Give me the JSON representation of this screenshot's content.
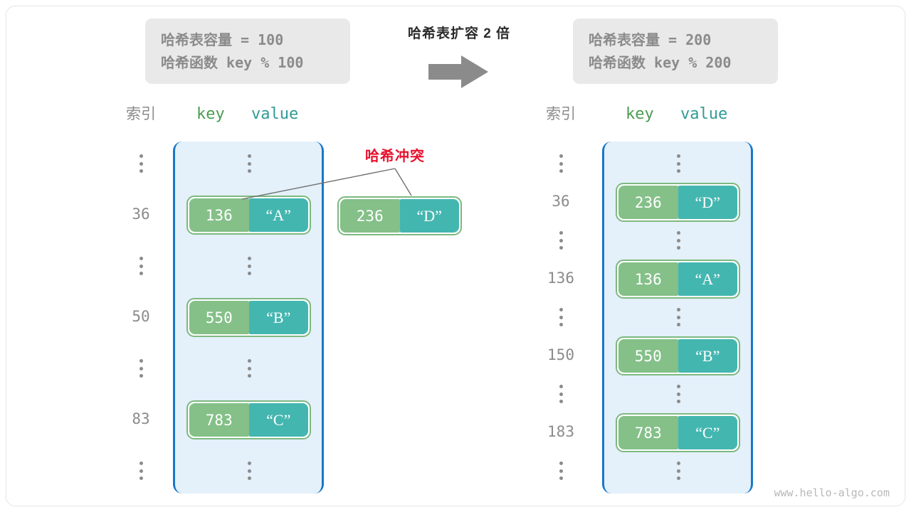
{
  "figure": {
    "watermark": "www.hello-algo.com",
    "transform_caption": "哈希表扩容 2 倍",
    "collision_label": "哈希冲突",
    "arrow_icon": "right-arrow-icon"
  },
  "colors": {
    "key_fill": "#84c088",
    "value_fill": "#44b6b0",
    "pair_border": "#7cb97f",
    "table_fill": "#e4f0fa",
    "table_border": "#1878c8",
    "info_box_fill": "#e9e9e9",
    "info_text": "#8b8b8b",
    "collision_red": "#e8112d",
    "index_gray": "#8b8b8b",
    "key_header": "#4b9b52",
    "value_header": "#2f9b95"
  },
  "info_left": {
    "line1": "哈希表容量 = 100",
    "line2": "哈希函数 key % 100"
  },
  "info_right": {
    "line1": "哈希表容量 = 200",
    "line2": "哈希函数 key % 200"
  },
  "headers": {
    "index": "索引",
    "key": "key",
    "value": "value"
  },
  "left_table": {
    "rows": [
      {
        "type": "dots",
        "index": "",
        "key": "",
        "value": ""
      },
      {
        "type": "pair",
        "index": "36",
        "key": "136",
        "value": "“A”"
      },
      {
        "type": "dots",
        "index": "",
        "key": "",
        "value": ""
      },
      {
        "type": "pair",
        "index": "50",
        "key": "550",
        "value": "“B”"
      },
      {
        "type": "dots",
        "index": "",
        "key": "",
        "value": ""
      },
      {
        "type": "pair",
        "index": "83",
        "key": "783",
        "value": "“C”"
      },
      {
        "type": "dots",
        "index": "",
        "key": "",
        "value": ""
      }
    ]
  },
  "right_table": {
    "rows": [
      {
        "type": "dots",
        "index": "",
        "key": "",
        "value": ""
      },
      {
        "type": "pair",
        "index": "36",
        "key": "236",
        "value": "“D”"
      },
      {
        "type": "dots",
        "index": "",
        "key": "",
        "value": ""
      },
      {
        "type": "pair",
        "index": "136",
        "key": "136",
        "value": "“A”"
      },
      {
        "type": "dots",
        "index": "",
        "key": "",
        "value": ""
      },
      {
        "type": "pair",
        "index": "150",
        "key": "550",
        "value": "“B”"
      },
      {
        "type": "dots",
        "index": "",
        "key": "",
        "value": ""
      },
      {
        "type": "pair",
        "index": "183",
        "key": "783",
        "value": "“C”"
      },
      {
        "type": "dots",
        "index": "",
        "key": "",
        "value": ""
      }
    ]
  },
  "colliding_pair": {
    "key": "236",
    "value": "“D”"
  }
}
